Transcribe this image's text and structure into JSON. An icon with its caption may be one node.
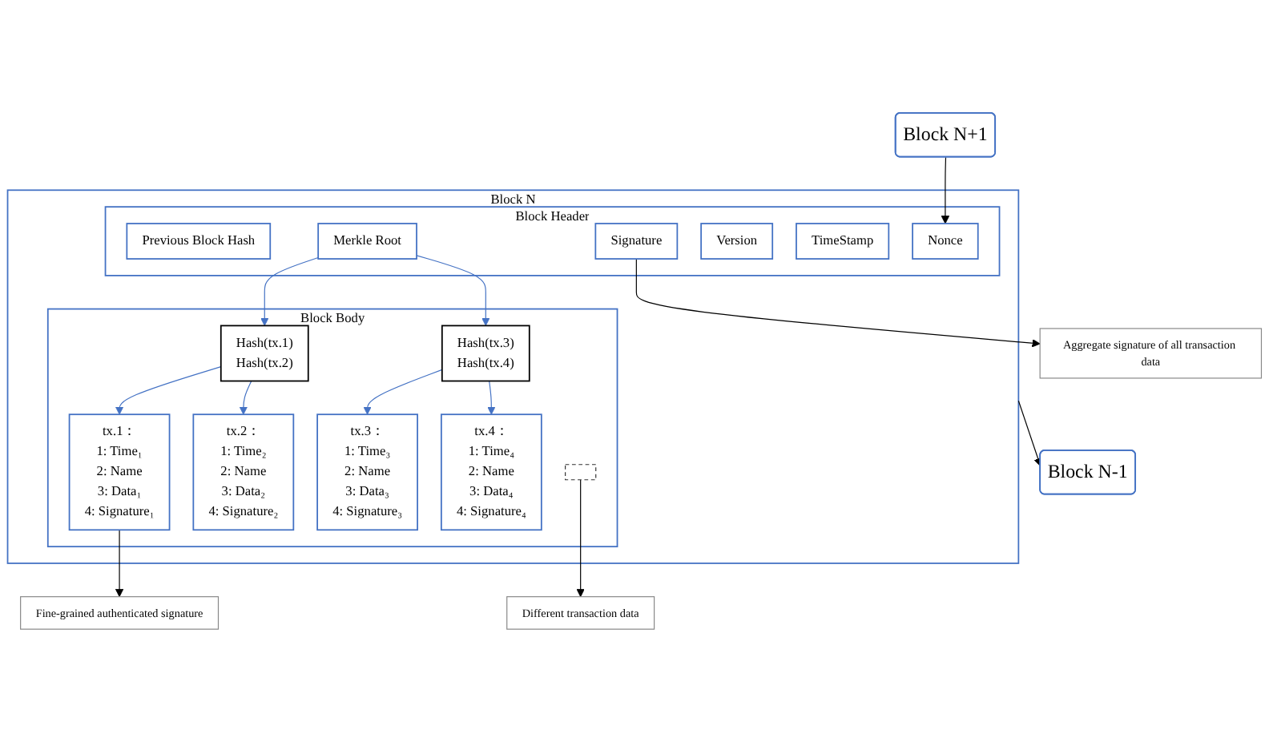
{
  "diagram": {
    "nodes": [
      {
        "text": [
          "Block N-1"
        ]
      },
      {
        "text": [
          "Block N"
        ]
      },
      {
        "text": [
          "Block Header"
        ],
        "in": 1
      },
      {
        "text": [
          "Previous Block Hash"
        ],
        "in": 2
      },
      {
        "text": [
          "Signature"
        ],
        "in": 2
      },
      {
        "text": [
          "Merkle Root"
        ],
        "in": 2
      },
      {
        "text": [
          "Version"
        ],
        "in": 2
      },
      {
        "text": [
          "TimeStamp"
        ],
        "in": 2
      },
      {
        "text": [
          "Nonce"
        ],
        "in": 2
      },
      {
        "text": [
          "Block N+1"
        ]
      },
      {
        "text": [
          "Block Body"
        ],
        "in": 1
      },
      {
        "text": [
          "Aggregate signature of all transaction data"
        ]
      },
      {
        "text": [
          "Hash(tx.1)",
          "Hash(tx.2)"
        ],
        "in": 10
      },
      {
        "text": [
          "Hash(tx.3)",
          "Hash(tx.4)"
        ],
        "in": 10
      },
      {
        "text": [
          "tx.1：",
          "1: Time₁",
          "2: Name",
          "3: Data₁",
          "4: Signature₁"
        ],
        "in": 10
      },
      {
        "text": [
          "tx.2：",
          "1: Time₂",
          "2: Name",
          "3: Data₂",
          "4: Signature₂"
        ],
        "in": 10
      },
      {
        "text": [
          "tx.3：",
          "1: Time₃",
          "2: Name",
          "3: Data₃",
          "4: Signature₃"
        ],
        "in": 10
      },
      {
        "text": [
          "tx.4：",
          "1: Time₄",
          "2: Name",
          "3: Data₄",
          "4: Signature₄"
        ],
        "in": 10
      },
      {
        "text": [],
        "shape": "box",
        "in": 10
      },
      {
        "text": [
          "Fine-grained authenticated signature"
        ]
      },
      {
        "text": [
          "Different transaction data"
        ]
      }
    ],
    "edges": [
      {
        "from": 1,
        "to": 0,
        "arrow": "to",
        "color": "#000000"
      },
      {
        "from": 9,
        "to": 8,
        "arrow": "to",
        "color": "#000000"
      },
      {
        "from": 4,
        "to": 11,
        "arrow": "to",
        "color": "#000000"
      },
      {
        "from": 5,
        "to": 12,
        "arrow": "to"
      },
      {
        "from": 5,
        "to": 13,
        "arrow": "to"
      },
      {
        "from": 12,
        "to": 14,
        "arrow": "to"
      },
      {
        "from": 12,
        "to": 15,
        "arrow": "to"
      },
      {
        "from": 13,
        "to": 16,
        "arrow": "to"
      },
      {
        "from": 13,
        "to": 17,
        "arrow": "to"
      },
      {
        "from": 14,
        "to": 19,
        "arrow": "to",
        "color": "#000000"
      },
      {
        "from": 18,
        "to": 20,
        "arrow": "to",
        "color": "#000000"
      }
    ]
  }
}
